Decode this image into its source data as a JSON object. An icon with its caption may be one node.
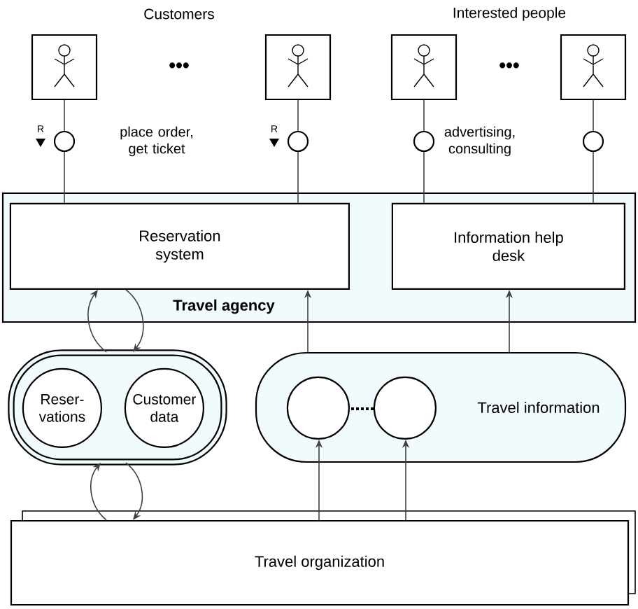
{
  "diagram": {
    "nodes": [
      {
        "text": [
          "Travel agency"
        ]
      },
      {
        "text": [
          "Reservation system"
        ],
        "in": 0
      },
      {
        "text": [
          "Information help desk"
        ],
        "in": 0
      },
      {
        "text": [],
        "shape": "person"
      },
      {
        "text": [],
        "shape": "person"
      },
      {
        "text": [],
        "shape": "person"
      },
      {
        "text": [],
        "shape": "person"
      },
      {
        "text": [],
        "shape": "circle",
        "beside": [
          "place order, get ticket"
        ]
      },
      {
        "text": [],
        "shape": "circle"
      },
      {
        "text": [],
        "shape": "circle",
        "beside": [
          "advertising, consulting"
        ]
      },
      {
        "text": [],
        "shape": "circle"
      },
      {
        "text": [],
        "shape": "box"
      },
      {
        "text": [
          "Reser-vations"
        ],
        "in": 11
      },
      {
        "text": [
          "Customer data"
        ],
        "in": 11
      },
      {
        "text": [
          "Travel information"
        ]
      },
      {
        "text": [],
        "shape": "circle",
        "in": 14
      },
      {
        "text": [],
        "shape": "circle",
        "in": 14
      },
      {
        "text": [
          "Travel organization"
        ]
      }
    ],
    "edges": [
      {
        "from": 3,
        "to": 7,
        "arrow": "none"
      },
      {
        "from": 7,
        "to": 1,
        "arrow": "none"
      },
      {
        "from": 4,
        "to": 8,
        "arrow": "none"
      },
      {
        "from": 8,
        "to": 1,
        "arrow": "none"
      },
      {
        "from": 5,
        "to": 9,
        "arrow": "none"
      },
      {
        "from": 9,
        "to": 2,
        "arrow": "none"
      },
      {
        "from": 6,
        "to": 10,
        "arrow": "none"
      },
      {
        "from": 10,
        "to": 2,
        "arrow": "none"
      },
      {
        "from": 11,
        "to": 1,
        "arrow": "to"
      },
      {
        "from": 1,
        "to": 11,
        "arrow": "to"
      },
      {
        "from": 14,
        "to": 1,
        "arrow": "to"
      },
      {
        "from": 14,
        "to": 2,
        "arrow": "to"
      },
      {
        "from": 17,
        "to": 11,
        "arrow": "to"
      },
      {
        "from": 11,
        "to": 17,
        "arrow": "to"
      },
      {
        "from": 17,
        "to": 15,
        "arrow": "to"
      },
      {
        "from": 17,
        "to": 16,
        "arrow": "to"
      }
    ],
    "labels": [
      "Customers",
      "Interested people",
      "•••",
      "•••",
      "R",
      "R"
    ]
  }
}
